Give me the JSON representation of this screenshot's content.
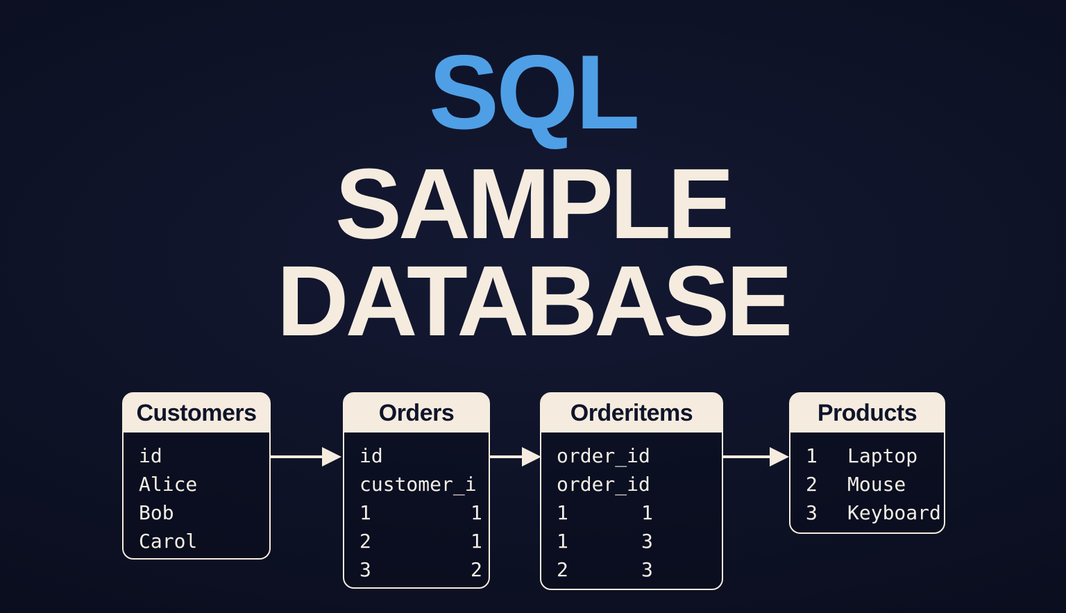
{
  "colors": {
    "background": "#0d1124",
    "accent_blue": "#4f9fe6",
    "cream": "#f5ecdf",
    "table_text": "#f2eee4",
    "header_text": "#10142a"
  },
  "title": {
    "sql": "SQL",
    "line2": "SAMPLE",
    "line3": "DATABASE"
  },
  "diagram": {
    "tables": [
      {
        "name": "Customers",
        "rows": [
          [
            "id"
          ],
          [
            "Alice"
          ],
          [
            "Bob"
          ],
          [
            "Carol"
          ]
        ]
      },
      {
        "name": "Orders",
        "rows": [
          [
            "id"
          ],
          [
            "customer_i"
          ],
          [
            "1",
            "1"
          ],
          [
            "2",
            "1"
          ],
          [
            "3",
            "2"
          ]
        ]
      },
      {
        "name": "Orderitems",
        "rows": [
          [
            "order_id"
          ],
          [
            "order_id"
          ],
          [
            "1",
            "1"
          ],
          [
            "1",
            "3"
          ],
          [
            "2",
            "3"
          ]
        ]
      },
      {
        "name": "Products",
        "rows": [
          [
            "1",
            "Laptop"
          ],
          [
            "2",
            "Mouse"
          ],
          [
            "3",
            "Keyboard"
          ]
        ]
      }
    ]
  }
}
